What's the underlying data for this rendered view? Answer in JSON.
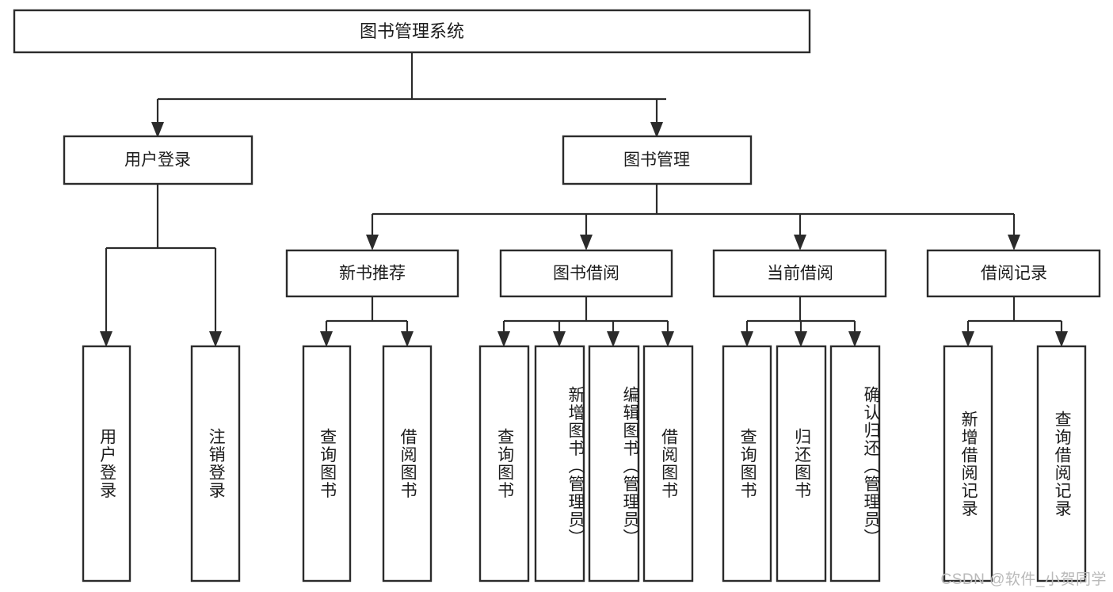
{
  "diagram": {
    "type": "tree-hierarchy",
    "title": "图书管理系统",
    "root": {
      "id": "root",
      "label": "图书管理系统"
    },
    "level2": [
      {
        "id": "user-login",
        "label": "用户登录"
      },
      {
        "id": "book-management",
        "label": "图书管理"
      }
    ],
    "level3": [
      {
        "id": "new-book-recommend",
        "label": "新书推荐",
        "parent": "book-management"
      },
      {
        "id": "book-borrow",
        "label": "图书借阅",
        "parent": "book-management"
      },
      {
        "id": "current-borrow",
        "label": "当前借阅",
        "parent": "book-management"
      },
      {
        "id": "borrow-record",
        "label": "借阅记录",
        "parent": "book-management"
      }
    ],
    "leaves": [
      {
        "id": "leaf-user-login",
        "label": "用户登录",
        "parent": "user-login"
      },
      {
        "id": "leaf-logout-login",
        "label": "注销登录",
        "parent": "user-login"
      },
      {
        "id": "leaf-query-book-1",
        "label": "查询图书",
        "parent": "new-book-recommend"
      },
      {
        "id": "leaf-borrow-book-1",
        "label": "借阅图书",
        "parent": "new-book-recommend"
      },
      {
        "id": "leaf-query-book-2",
        "label": "查询图书",
        "parent": "book-borrow"
      },
      {
        "id": "leaf-add-book-admin",
        "label": "新增图书（管理员）",
        "parent": "book-borrow"
      },
      {
        "id": "leaf-edit-book-admin",
        "label": "编辑图书（管理员）",
        "parent": "book-borrow"
      },
      {
        "id": "leaf-borrow-book-2",
        "label": "借阅图书",
        "parent": "book-borrow"
      },
      {
        "id": "leaf-query-book-3",
        "label": "查询图书",
        "parent": "current-borrow"
      },
      {
        "id": "leaf-return-book",
        "label": "归还图书",
        "parent": "current-borrow"
      },
      {
        "id": "leaf-confirm-return-admin",
        "label": "确认归还（管理员）",
        "parent": "current-borrow"
      },
      {
        "id": "leaf-add-borrow-record",
        "label": "新增借阅记录",
        "parent": "borrow-record"
      },
      {
        "id": "leaf-query-borrow-record",
        "label": "查询借阅记录",
        "parent": "borrow-record"
      }
    ],
    "colors": {
      "background": "#ffffff",
      "box_fill": "#ffffff",
      "box_stroke": "#2b2b2b",
      "text": "#1c1c1c",
      "connector": "#2b2b2b",
      "watermark": "#b9b9b9"
    }
  },
  "watermark": {
    "text": "CSDN @软件_小贺同学"
  }
}
